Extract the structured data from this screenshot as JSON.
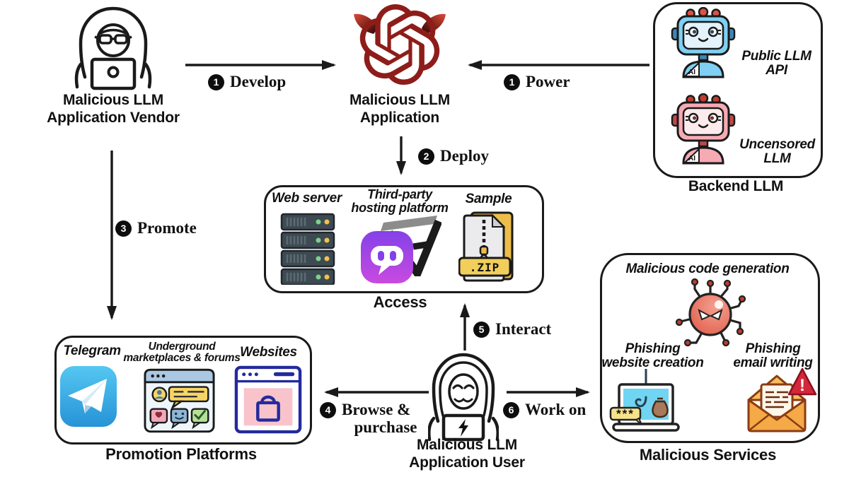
{
  "nodes": {
    "vendor": {
      "line1": "Malicious LLM",
      "line2": "Application Vendor"
    },
    "app": {
      "line1": "Malicious LLM",
      "line2": "Application"
    },
    "backend": {
      "caption": "Backend LLM",
      "public_line1": "Public LLM",
      "public_line2": "API",
      "uncensored_line1": "Uncensored",
      "uncensored_line2": "LLM",
      "ai_badge": "AI"
    },
    "access": {
      "caption": "Access",
      "web_server": "Web server",
      "hosting_line1": "Third-party",
      "hosting_line2": "hosting platform",
      "sample": "Sample",
      "zip_label": ".ZIP"
    },
    "promotion": {
      "caption": "Promotion Platforms",
      "telegram": "Telegram",
      "underground_line1": "Underground",
      "underground_line2": "marketplaces & forums",
      "websites": "Websites"
    },
    "user": {
      "line1": "Malicious LLM",
      "line2": "Application User"
    },
    "services": {
      "caption": "Malicious Services",
      "code_generation": "Malicious code generation",
      "phishing_web_line1": "Phishing",
      "phishing_web_line2": "website creation",
      "phishing_email_line1": "Phishing",
      "phishing_email_line2": "email writing",
      "password_text": "***",
      "warning_text": "!"
    }
  },
  "steps": {
    "develop": {
      "num": "1",
      "label": "Develop"
    },
    "power": {
      "num": "1",
      "label": "Power"
    },
    "deploy": {
      "num": "2",
      "label": "Deploy"
    },
    "promote": {
      "num": "3",
      "label": "Promote"
    },
    "browse": {
      "num": "4",
      "label": "Browse &",
      "label2": "purchase"
    },
    "interact": {
      "num": "5",
      "label": "Interact"
    },
    "workon": {
      "num": "6",
      "label": "Work on"
    }
  },
  "colors": {
    "outline": "#1a1a1a",
    "logo_red": "#8e1d1a",
    "horn_red": "#d0342a",
    "robot_blue": "#7fd0f2",
    "robot_blue_light": "#e3f2fb",
    "robot_blue_dark": "#3d87b8",
    "robot_pink": "#f6aab4",
    "robot_pink_light": "#fdeaec",
    "robot_pink_dark": "#c04848",
    "bump_red": "#d95248",
    "server_slate": "#3d4a52",
    "led_green": "#7ed08a",
    "led_yellow": "#f2c14e",
    "poe_purple": "#8441e8",
    "poe_magenta": "#c94ae0",
    "flowgpt_black": "#1b1b1b",
    "flowgpt_gray": "#8c8c8c",
    "zip_yellow": "#f2cf5b",
    "telegram_blue": "#38a8e0",
    "forum_header_blue": "#aac8e4",
    "bubble_yellow": "#f7d564",
    "bubble_pink": "#f2a7bb",
    "bubble_blue": "#8fb4d4",
    "bubble_green": "#b5e097",
    "website_navy": "#232a9e",
    "website_pink": "#f9c3cb",
    "virus_red": "#e8604f",
    "laptop_cyan": "#6fd5f2",
    "password_yellow": "#f7e38a",
    "moneybag_brown": "#a8795a",
    "envelope_orange": "#f5a947",
    "warning_red": "#d4273a"
  }
}
